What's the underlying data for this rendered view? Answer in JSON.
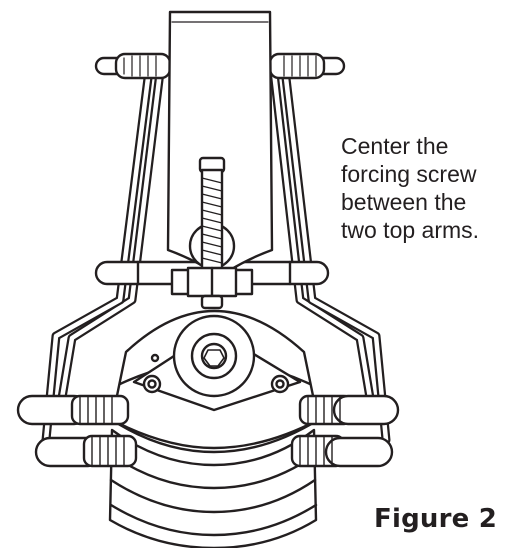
{
  "instruction": {
    "lines": [
      "Center the",
      "forcing screw",
      "between the",
      "two top arms."
    ]
  },
  "figure_label": "Figure 2",
  "colors": {
    "ink": "#231f20",
    "background": "#ffffff"
  }
}
